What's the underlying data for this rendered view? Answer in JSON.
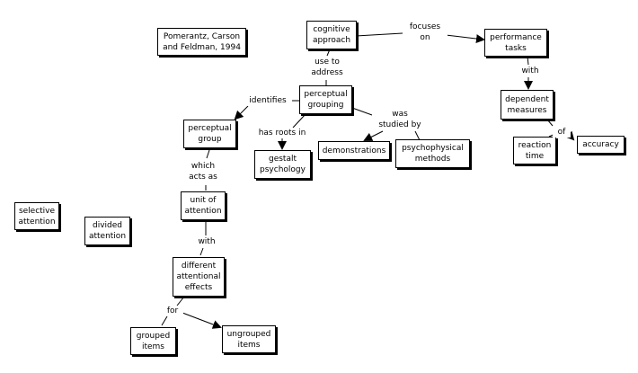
{
  "nodes": {
    "citation": "Pomerantz, Carson\nand Feldman, 1994",
    "cognitive_approach": "cognitive\napproach",
    "performance_tasks": "performance\ntasks",
    "perceptual_grouping": "perceptual\ngrouping",
    "dependent_measures": "dependent\nmeasures",
    "perceptual_group": "perceptual\ngroup",
    "gestalt_psychology": "gestalt\npsychology",
    "demonstrations": "demonstrations",
    "psychophysical_methods": "psychophysical\nmethods",
    "reaction_time": "reaction\ntime",
    "accuracy": "accuracy",
    "selective_attention": "selective\nattention",
    "divided_attention": "divided\nattention",
    "unit_of_attention": "unit of\nattention",
    "different_attentional_effects": "different\nattentional\neffects",
    "grouped_items": "grouped\nitems",
    "ungrouped_items": "ungrouped\nitems"
  },
  "links": {
    "focuses_on": "focuses\non",
    "use_to_address": "use to\naddress",
    "with_1": "with",
    "identifies": "identifies",
    "has_roots_in": "has roots in",
    "was_studied_by": "was\nstudied by",
    "of": "of",
    "which_acts_as": "which\nacts as",
    "with_2": "with",
    "for": "for"
  }
}
